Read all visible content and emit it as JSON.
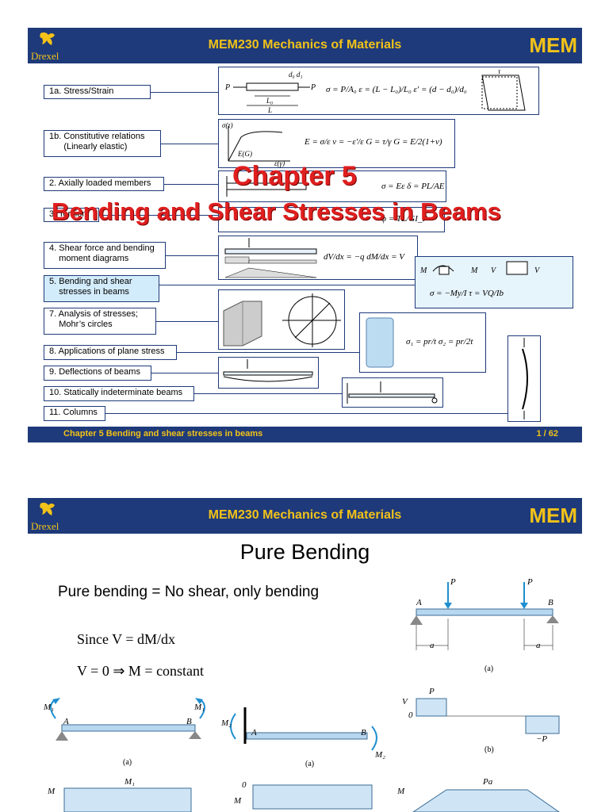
{
  "slide1": {
    "header": {
      "title": "MEM230 Mechanics of Materials",
      "badge": "MEM",
      "logo_text": "Drexel"
    },
    "topics": [
      {
        "label": "1a. Stress/Strain"
      },
      {
        "label": "1b. Constitutive relations\n      (Linearly elastic)"
      },
      {
        "label": "2. Axially loaded members"
      },
      {
        "label": "3. Torsion"
      },
      {
        "label": "4. Shear force and bending\n    moment diagrams"
      },
      {
        "label": "5. Bending and shear\n    stresses in beams"
      },
      {
        "label": "7. Analysis of stresses;\n    Mohr’s circles"
      },
      {
        "label": "8. Applications of plane stress"
      },
      {
        "label": "9. Deflections of beams"
      },
      {
        "label": "10. Statically indeterminate beams"
      },
      {
        "label": "11. Columns"
      }
    ],
    "equations": {
      "stress": "σ = P/A₀    ε = (L − L₀)/L₀    ε′ = (d − d₀)/d₀",
      "constitutive": "E = σ/ε    ν = −ε′/ε    G = τ/γ    G = E/2(1+ν)",
      "axial": "σ = Eε    δ = PL/AE",
      "torsion": "φ = TL/GI_P",
      "sfbm": "dV/dx = −q    dM/dx = V",
      "bending": "σ = −My/I    τ = VQ/Ib",
      "plane": "σ₁ = pr/t    σ₂ = pr/2t"
    },
    "chapter_line1": "Chapter 5",
    "chapter_line2": "Bending and Shear Stresses in Beams",
    "footer": {
      "text": "Chapter 5 Bending and shear stresses in beams",
      "page": "1 / 62"
    }
  },
  "slide2": {
    "header": {
      "title": "MEM230 Mechanics of Materials",
      "badge": "MEM",
      "logo_text": "Drexel"
    },
    "title": "Pure Bending",
    "statement": "Pure bending = No shear, only bending",
    "math_line1": "Since V = dM/dx",
    "math_line2": "V = 0    ⇒    M = constant",
    "captions": [
      "(a)",
      "(a)",
      "(a)",
      "(b)"
    ],
    "labels": {
      "P": "P",
      "A": "A",
      "B": "B",
      "a": "a",
      "M1": "M₁",
      "M2": "M₂",
      "V": "V",
      "M": "M",
      "zero": "0",
      "minusP": "−P",
      "Pa": "Pa"
    }
  }
}
